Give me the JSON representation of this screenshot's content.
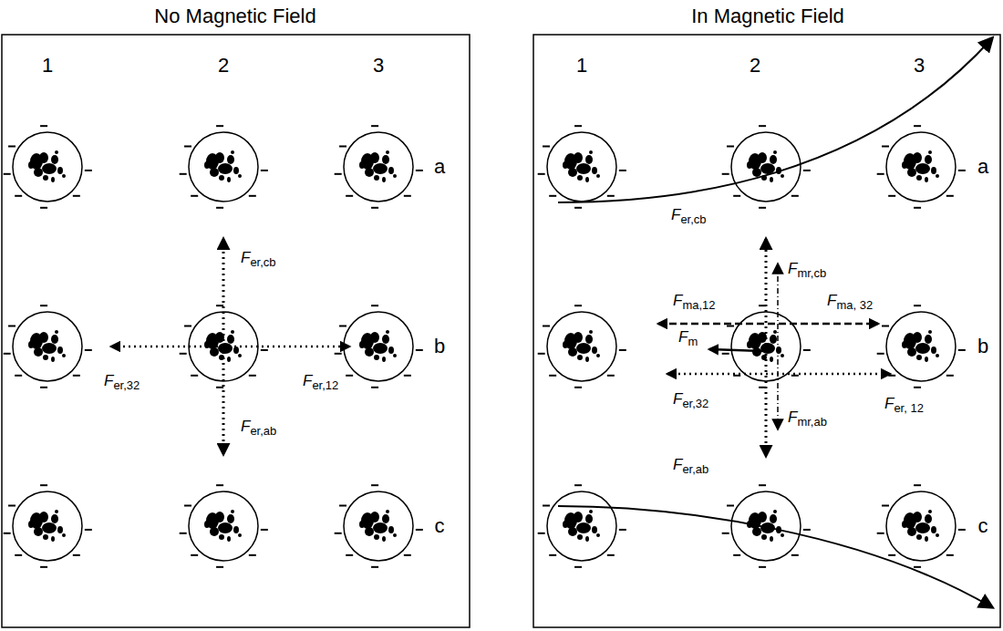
{
  "diagram": {
    "labels": [
      "No Magnetic Field",
      "1",
      "2",
      "3",
      "a",
      "b",
      "c",
      "Fer,cb",
      "Fer,32",
      "Fer,12",
      "Fer,ab",
      "In Magnetic Field",
      "1",
      "2",
      "3",
      "a",
      "b",
      "c",
      "Fer,cb",
      "Fmr,cb",
      "Fma,12",
      "Fma, 32",
      "Fm",
      "Fer,32",
      "Fer, 12",
      "Fmr,ab",
      "Fer,ab"
    ]
  }
}
